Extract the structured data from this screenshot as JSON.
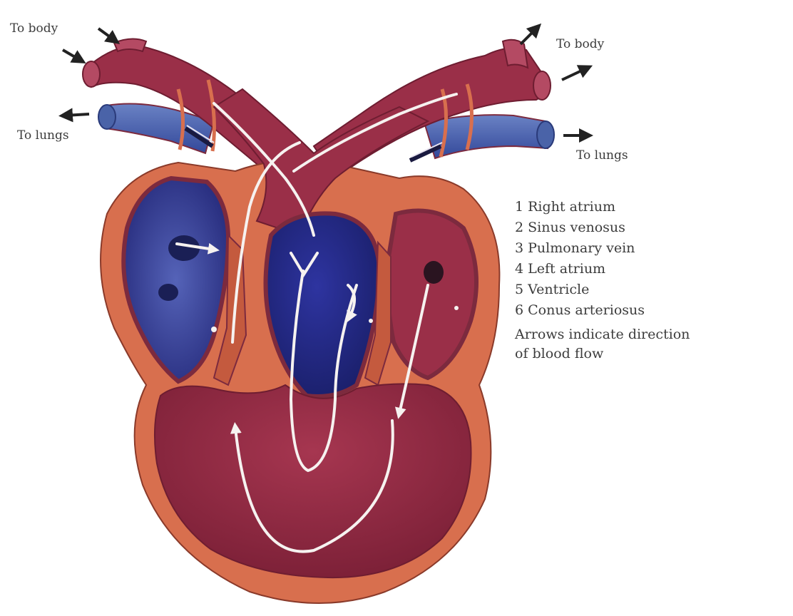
{
  "labels": {
    "to_body_left": "To body",
    "to_body_right": "To body",
    "to_lungs_left": "To lungs",
    "to_lungs_right": "To lungs"
  },
  "legend": {
    "items": [
      "1 Right atrium",
      "2 Sinus venosus",
      "3 Pulmonary vein",
      "4 Left atrium",
      "5 Ventricle",
      "6 Conus arteriosus"
    ],
    "note_line1": "Arrows indicate direction",
    "note_line2": "of blood flow"
  },
  "colors": {
    "artery_red": "#9a2f48",
    "vein_blue": "#4a63a8",
    "deoxygenated_blue": "#2e3590",
    "heart_wall": "#d86f4e",
    "ventricle_red": "#8f2640",
    "flow_arrow": "#f6f2f0"
  }
}
